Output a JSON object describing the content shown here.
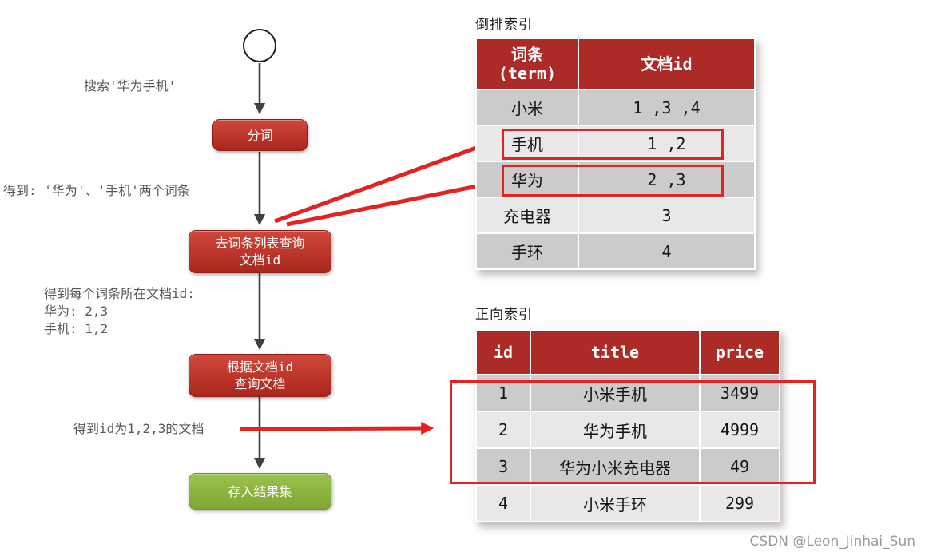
{
  "flowchart": {
    "steps": [
      {
        "label": "分词"
      },
      {
        "label": "去词条列表查询\n文档id"
      },
      {
        "label": "根据文档id\n查询文档"
      },
      {
        "label": "存入结果集"
      }
    ],
    "annotations": [
      "搜索'华为手机'",
      "得到: '华为'、'手机'两个词条",
      "得到每个词条所在文档id:\n华为: 2,3\n手机: 1,2",
      "得到id为1,2,3的文档"
    ]
  },
  "inverted_index": {
    "title": "倒排索引",
    "headers": [
      "词条\n(term)",
      "文档id"
    ],
    "rows": [
      {
        "term": "小米",
        "ids": "1 ,3 ,4"
      },
      {
        "term": "手机",
        "ids": "1 ,2"
      },
      {
        "term": "华为",
        "ids": "2 ,3"
      },
      {
        "term": "充电器",
        "ids": "3"
      },
      {
        "term": "手环",
        "ids": "4"
      }
    ]
  },
  "forward_index": {
    "title": "正向索引",
    "headers": [
      "id",
      "title",
      "price"
    ],
    "rows": [
      {
        "id": "1",
        "title": "小米手机",
        "price": "3499"
      },
      {
        "id": "2",
        "title": "华为手机",
        "price": "4999"
      },
      {
        "id": "3",
        "title": "华为小米充电器",
        "price": "49"
      },
      {
        "id": "4",
        "title": "小米手环",
        "price": "299"
      }
    ]
  },
  "watermark": "CSDN @Leon_Jinhai_Sun",
  "colors": {
    "table_header": "#ac2b26",
    "row_dark": "#cbcbcb",
    "row_light": "#e9e8e8",
    "step_red": "#a9271e",
    "step_green": "#81a733",
    "highlight_red": "#e42320",
    "arrow_dark": "#404040"
  }
}
